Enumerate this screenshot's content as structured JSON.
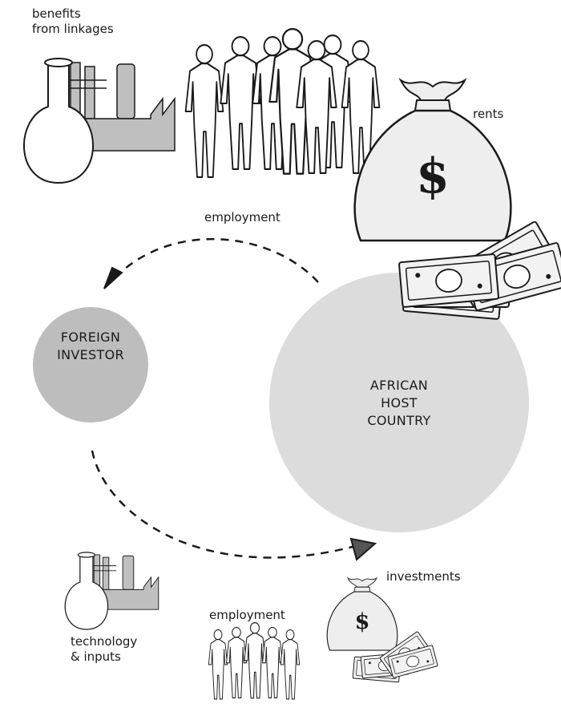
{
  "labels": {
    "benefits": "benefits\nfrom linkages",
    "rents": "rents",
    "employment_top": "employment",
    "employment_bottom": "employment",
    "investments": "investments",
    "technology": "technology\n& inputs"
  },
  "nodes": {
    "foreign_investor": "FOREIGN\nINVESTOR",
    "host_country": "AFRICAN\nHOST\nCOUNTRY"
  },
  "colors": {
    "investor_circle": "#bdbdbd",
    "host_circle": "#dcdcdc",
    "bill": "#eeeeee",
    "factory": "#bfbfbf",
    "ink": "#1a1a1a"
  },
  "icons": [
    "flask-factory-icon",
    "people-group-icon",
    "money-bag-icon",
    "cash-stack-icon"
  ]
}
